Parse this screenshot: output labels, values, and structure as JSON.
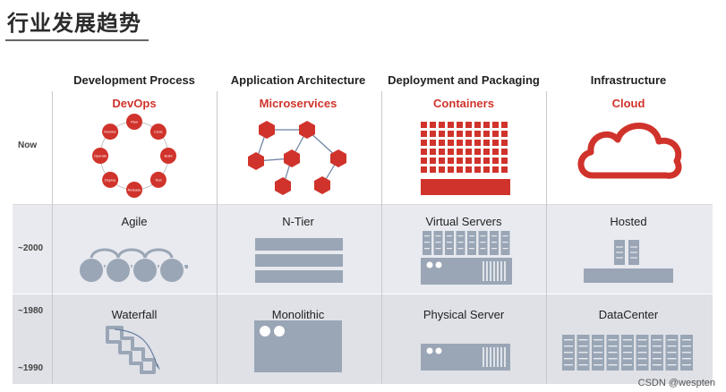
{
  "page": {
    "title": "行业发展趋势"
  },
  "columns": [
    {
      "header": "Development Process"
    },
    {
      "header": "Application Architecture"
    },
    {
      "header": "Deployment and Packaging"
    },
    {
      "header": "Infrastructure"
    }
  ],
  "rows": [
    {
      "label": "Now",
      "cells": [
        "DevOps",
        "Microservices",
        "Containers",
        "Cloud"
      ]
    },
    {
      "label": "~2000",
      "cells": [
        "Agile",
        "N-Tier",
        "Virtual Servers",
        "Hosted"
      ]
    },
    {
      "label_top": "~1980",
      "label_bottom": "~1990",
      "cells": [
        "Waterfall",
        "Monolithic",
        "Physical Server",
        "DataCenter"
      ]
    }
  ],
  "devops_cycle": [
    "Plan",
    "Code",
    "Build",
    "Test",
    "Release",
    "Deploy",
    "Operate",
    "Monitor"
  ],
  "colors": {
    "accent_red": "#d0332b",
    "icon_gray": "#9aa6b6",
    "band_2000": "#e8eaef",
    "band_1980": "#dfe1e7"
  },
  "watermark": "CSDN @wespten"
}
